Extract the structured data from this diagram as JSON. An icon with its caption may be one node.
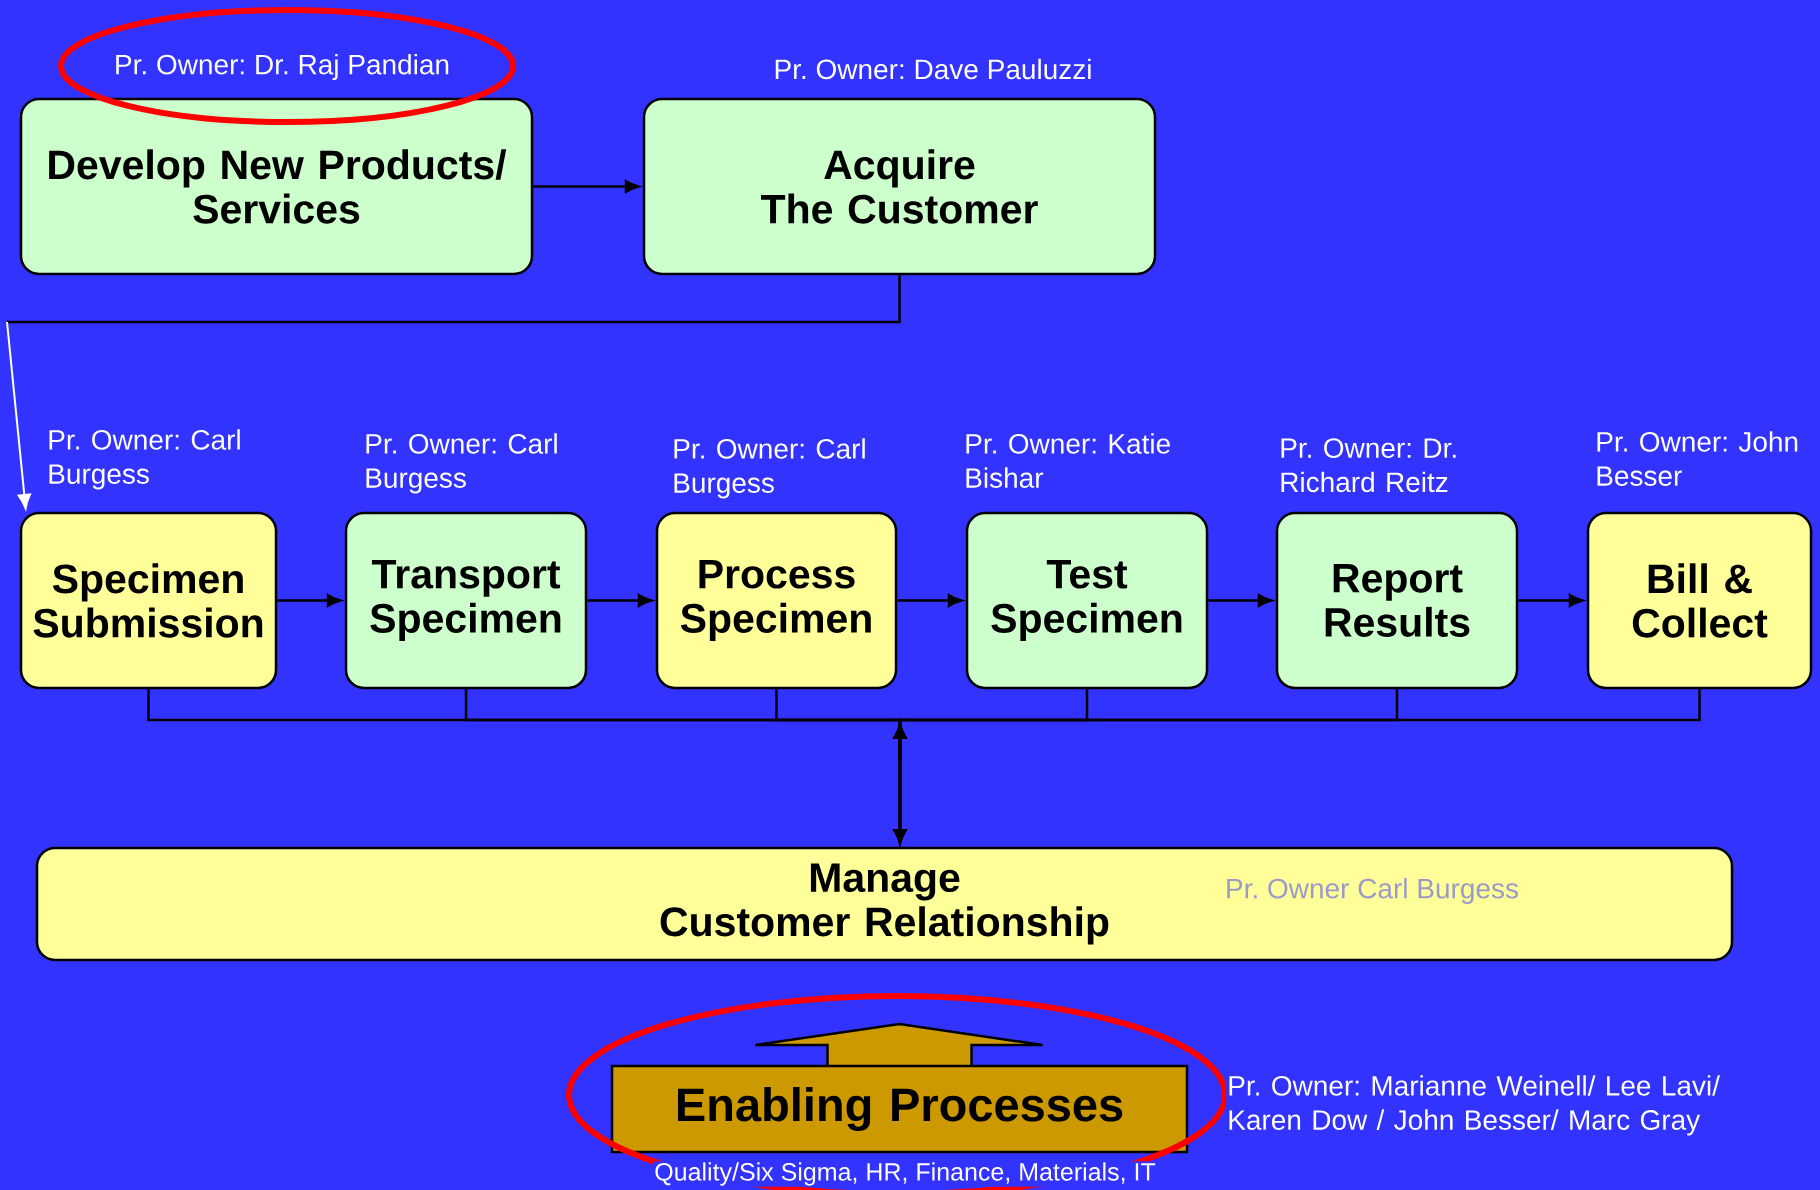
{
  "diagram": {
    "nodes": [
      {
        "text": [
          "Develop New Products/ Services"
        ],
        "beside": [
          "Pr. Owner: Dr. Raj Pandian"
        ]
      },
      {
        "text": [
          "Acquire The Customer"
        ],
        "beside": [
          "Pr. Owner: Dave Pauluzzi"
        ]
      },
      {
        "text": [
          "Specimen Submission"
        ],
        "beside": [
          "Pr. Owner: Carl Burgess"
        ]
      },
      {
        "text": [
          "Transport Specimen"
        ],
        "beside": [
          "Pr. Owner: Carl Burgess"
        ]
      },
      {
        "text": [
          "Process Specimen"
        ],
        "beside": [
          "Pr. Owner: Carl Burgess"
        ]
      },
      {
        "text": [
          "Test Specimen"
        ],
        "beside": [
          "Pr. Owner: Katie Bishar"
        ]
      },
      {
        "text": [
          "Report Results"
        ],
        "beside": [
          "Pr. Owner: Dr. Richard Reitz"
        ]
      },
      {
        "text": [
          "Bill & Collect"
        ],
        "beside": [
          "Pr. Owner: John Besser"
        ]
      },
      {
        "text": [
          "Manage Customer Relationship",
          "Pr. Owner Carl Burgess"
        ]
      },
      {
        "text": [
          "Enabling Processes"
        ],
        "beside": [
          "Pr. Owner: Marianne Weinell/ Lee Lavi/ Karen Dow / John Besser/ Marc Gray",
          "Quality/Six Sigma, HR, Finance, Materials, IT"
        ]
      }
    ],
    "edges": [
      {
        "from": 0,
        "to": 1,
        "arrow": "to"
      },
      {
        "from": 1,
        "to": 2,
        "arrow": "to"
      },
      {
        "from": 2,
        "to": 3,
        "arrow": "to"
      },
      {
        "from": 3,
        "to": 4,
        "arrow": "to"
      },
      {
        "from": 4,
        "to": 5,
        "arrow": "to"
      },
      {
        "from": 5,
        "to": 6,
        "arrow": "to"
      },
      {
        "from": 6,
        "to": 7,
        "arrow": "to"
      },
      {
        "from": 2,
        "to": 8,
        "arrow": "to"
      },
      {
        "from": 3,
        "to": 8,
        "arrow": "to"
      },
      {
        "from": 4,
        "to": 8,
        "arrow": "to"
      },
      {
        "from": 5,
        "to": 8,
        "arrow": "to"
      },
      {
        "from": 6,
        "to": 8,
        "arrow": "to"
      },
      {
        "from": 7,
        "to": 8,
        "arrow": "to"
      }
    ]
  }
}
